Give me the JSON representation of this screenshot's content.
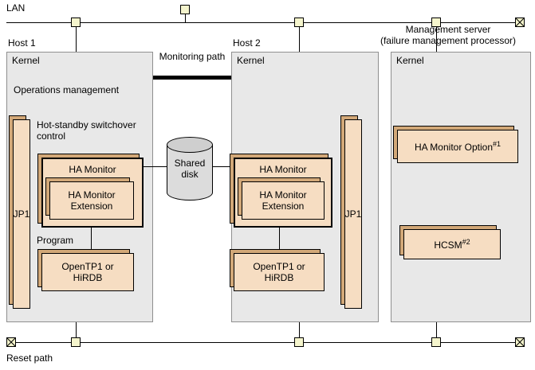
{
  "diagram": {
    "lan_label": "LAN",
    "reset_label": "Reset path",
    "monitoring_path": "Monitoring path",
    "shared_disk": "Shared disk"
  },
  "host1": {
    "title": "Host 1",
    "kernel": "Kernel",
    "ops_mgmt": "Operations management",
    "jp1": "JP1",
    "hot_standby": "Hot-standby switchover control",
    "ha_monitor": "HA Monitor",
    "ha_extension": "HA Monitor Extension",
    "program": "Program",
    "opentp1": "OpenTP1 or HiRDB"
  },
  "host2": {
    "title": "Host 2",
    "kernel": "Kernel",
    "jp1": "JP1",
    "ha_monitor": "HA Monitor",
    "ha_extension": "HA Monitor Extension",
    "opentp1": "OpenTP1 or HiRDB"
  },
  "mgmt": {
    "title": "Management server",
    "subtitle": "(failure management processor)",
    "kernel": "Kernel",
    "ha_option": "HA Monitor Option",
    "ha_option_sup": "#1",
    "hcsm": "HCSM",
    "hcsm_sup": "#2"
  },
  "colors": {
    "box_face": "#f6ddc2",
    "box_depth": "#d2a878",
    "host_bg": "#e8e8e8",
    "node_fill": "#f5f5cd"
  }
}
